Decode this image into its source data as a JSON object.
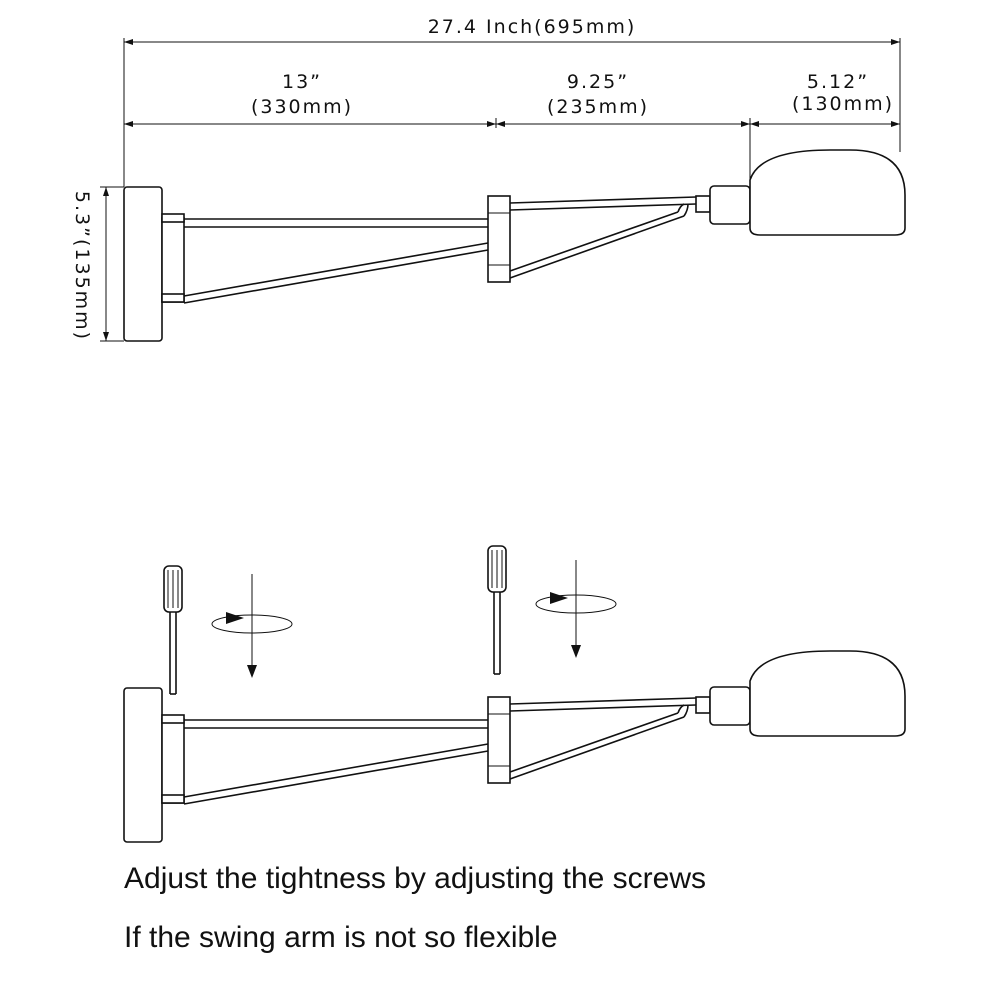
{
  "dimensions": {
    "overall_length": "27.4 Inch(695mm)",
    "arm_segment_1_inch": "13”",
    "arm_segment_1_mm": "(330mm)",
    "arm_segment_2_inch": "9.25”",
    "arm_segment_2_mm": "(235mm)",
    "shade_length_inch": "5.12”",
    "shade_length_mm": "(130mm)",
    "backplate_height": "5.3”(135mm)"
  },
  "captions": {
    "line_1": "Adjust the tightness by adjusting the screws",
    "line_2": "If the swing arm is not so flexible"
  },
  "icons": {
    "screwdriver": "screwdriver-icon",
    "rotation": "rotate-arrow-icon",
    "down_arrow": "down-arrow-icon"
  }
}
